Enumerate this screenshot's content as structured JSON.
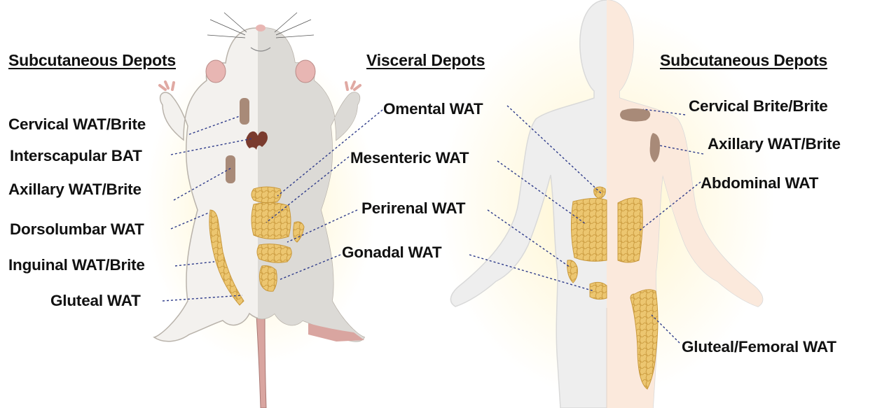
{
  "headings": {
    "mouse_subcutaneous": "Subcutaneous Depots",
    "visceral": "Visceral Depots",
    "human_subcutaneous": "Subcutaneous Depots"
  },
  "mouse_labels": [
    "Cervical WAT/Brite",
    "Interscapular BAT",
    "Axillary WAT/Brite",
    "Dorsolumbar WAT",
    "Inguinal WAT/Brite",
    "Gluteal WAT"
  ],
  "visceral_labels": [
    "Omental WAT",
    "Mesenteric WAT",
    "Perirenal WAT",
    "Gonadal WAT"
  ],
  "human_labels": [
    "Cervical Brite/Brite",
    "Axillary WAT/Brite",
    "Abdominal WAT",
    "Gluteal/Femoral WAT"
  ],
  "colors": {
    "wat_fat": "#e9c46a",
    "brown_bat": "#7a3b2e",
    "brite": "#a88a78",
    "leader_line": "#2e3b8a",
    "mouse_body": "#f3f1ee",
    "human_body": "#eeeeee"
  }
}
